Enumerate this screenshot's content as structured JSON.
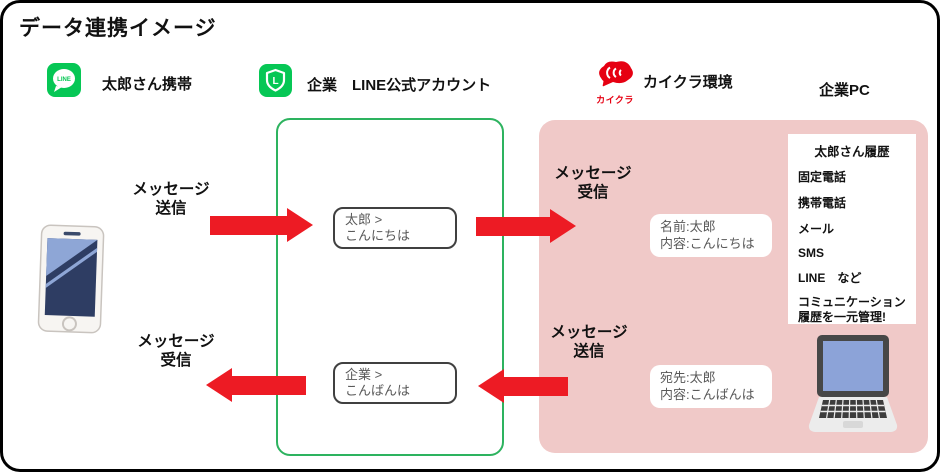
{
  "header": {
    "title": "データ連携イメージ"
  },
  "actors": {
    "phone": {
      "label": "太郎さん携帯"
    },
    "official": {
      "label": "企業　LINE公式アカウント"
    },
    "kaikura": {
      "label": "カイクラ環境",
      "logo_text": "カイクラ"
    },
    "pc": {
      "label": "企業PC"
    }
  },
  "icons": {
    "line_bubble_text": "LINE",
    "line_shield_text": "L"
  },
  "flow_labels": {
    "top_send": {
      "l1": "メッセージ",
      "l2": "送信"
    },
    "top_receive": {
      "l1": "メッセージ",
      "l2": "受信"
    },
    "bottom_receive": {
      "l1": "メッセージ",
      "l2": "受信"
    },
    "bottom_send": {
      "l1": "メッセージ",
      "l2": "送信"
    }
  },
  "chat": {
    "incoming": {
      "sender": "太郎 >",
      "body": "こんにちは"
    },
    "outgoing": {
      "sender": "企業 >",
      "body": "こんばんは"
    }
  },
  "kaikura_records": {
    "received": {
      "l1": "名前:太郎",
      "l2": "内容:こんにちは"
    },
    "sent": {
      "l1": "宛先:太郎",
      "l2": "内容:こんばんは"
    }
  },
  "history": {
    "title": "太郎さん履歴",
    "items": [
      "固定電話",
      "携帯電話",
      "メール",
      "SMS",
      "LINE　など"
    ],
    "note": "コミュニケーション履歴を一元管理!"
  },
  "colors": {
    "line_green": "#06C755",
    "green_box_border": "#2db35f",
    "arrow_red": "#ed1b24",
    "kaikura_red": "#e60012",
    "kaikura_zone_pink": "#f0c9c8",
    "laptop_screen_blue": "#8ca3d8",
    "phone_screen_navy": "#2e3d63"
  }
}
